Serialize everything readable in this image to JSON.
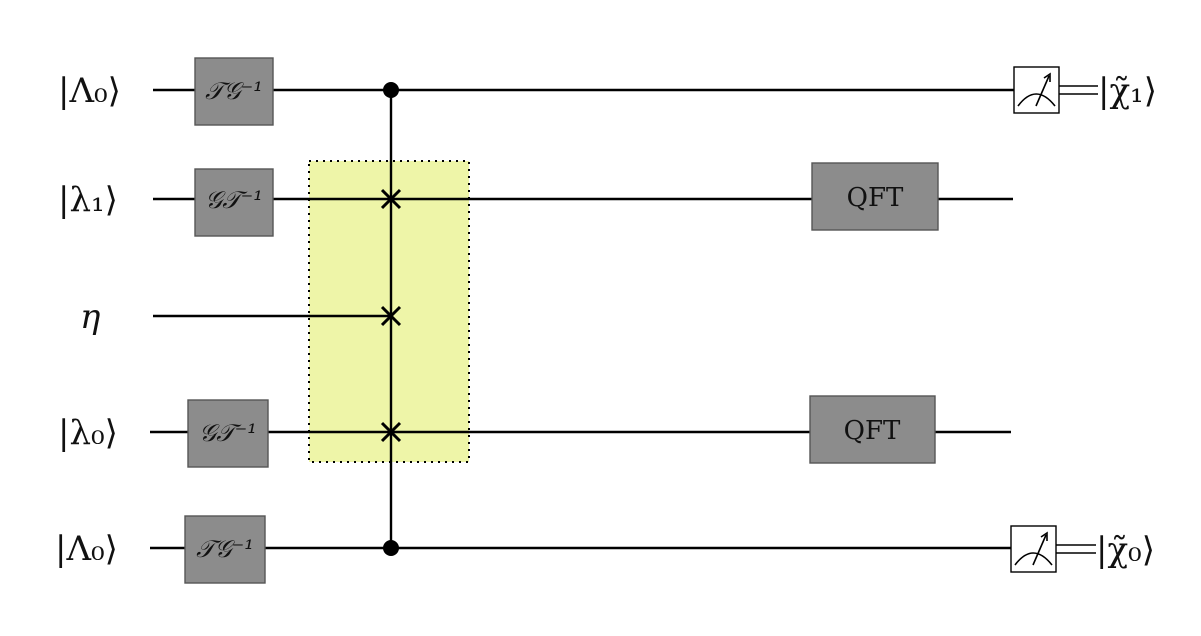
{
  "inputs": {
    "q0": "|Λ₀⟩",
    "q1": "|λ₁⟩",
    "q2": "η",
    "q3": "|λ₀⟩",
    "q4": "|Λ₀⟩"
  },
  "prep_gates": {
    "q0": "𝒯𝒢⁻¹",
    "q1": "𝒢𝒯⁻¹",
    "q3": "𝒢𝒯⁻¹",
    "q4": "𝒯𝒢⁻¹"
  },
  "qft": {
    "q1": "QFT",
    "q3": "QFT"
  },
  "outputs": {
    "q0": "|χ̃₁⟩",
    "q4": "|χ̃₀⟩"
  },
  "colors": {
    "gate_fill": "#8c8c8c",
    "highlight": "#eef5a8",
    "wire": "#000000"
  }
}
